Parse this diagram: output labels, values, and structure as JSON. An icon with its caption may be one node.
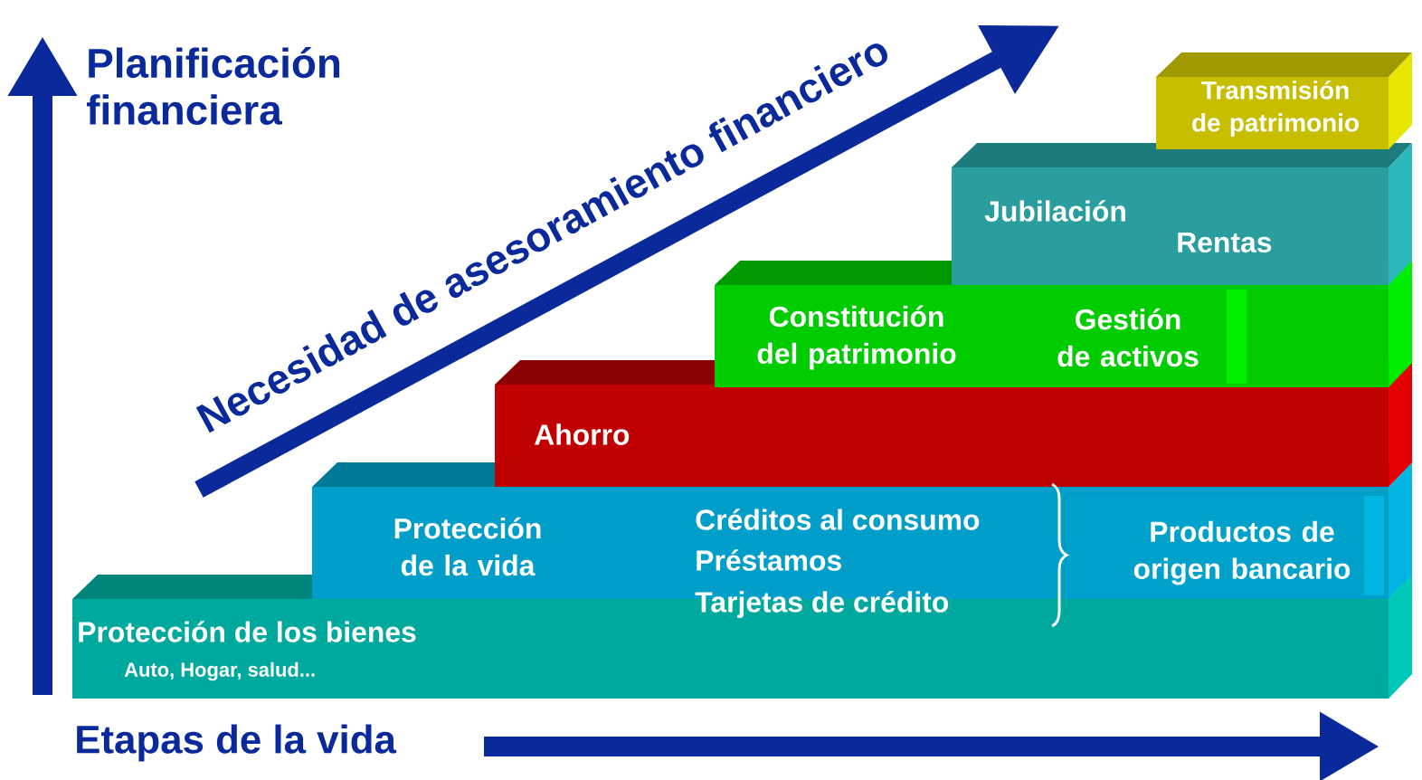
{
  "diagram": {
    "nodes": [
      {
        "text": [
          "Protección de los bienes",
          "Auto, Hogar, salud..."
        ]
      },
      {
        "text": [
          "Protección de la vida"
        ]
      },
      {
        "text": [
          "Productos de origen bancario"
        ],
        "in": 1
      },
      {
        "text": [
          "Ahorro"
        ]
      },
      {
        "text": [
          "Constitución del patrimonio"
        ]
      },
      {
        "text": [
          "Gestión de activos"
        ],
        "in": 4
      },
      {
        "text": [
          "Jubilación",
          "Rentas"
        ]
      },
      {
        "text": [
          "Transmisión de patrimonio"
        ]
      }
    ],
    "labels": [
      "Planificación financiera",
      "Necesidad de asesoramiento financiero",
      "Créditos al consumo",
      "Préstamos",
      "Tarjetas de crédito",
      "Etapas de la vida"
    ]
  }
}
